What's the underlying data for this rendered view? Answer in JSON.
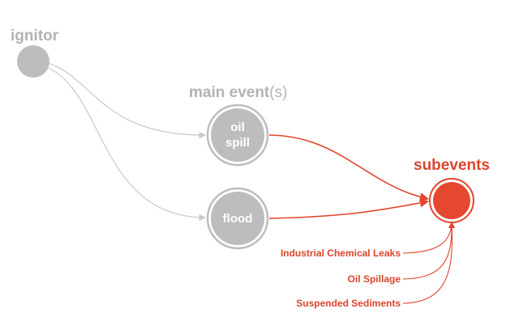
{
  "colors": {
    "grey_fill": "#bdbdbd",
    "grey_ring": "#bdbdbd",
    "grey_text": "#b3b3b3",
    "grey_edge": "#c8c8c8",
    "red": "#e2452d",
    "red_fill": "#e5472f",
    "red_text": "#d9452c"
  },
  "ignitor": {
    "title": "ignitor"
  },
  "main_events": {
    "title": "main event",
    "title_suffix": "(s)",
    "nodes": [
      {
        "line1": "oil",
        "line2": "spill"
      },
      {
        "line1": "flood"
      }
    ]
  },
  "subevents": {
    "title": "subevents",
    "items": [
      {
        "label": "Industrial Chemical Leaks"
      },
      {
        "label": "Oil Spillage"
      },
      {
        "label": "Suspended Sediments"
      }
    ]
  }
}
